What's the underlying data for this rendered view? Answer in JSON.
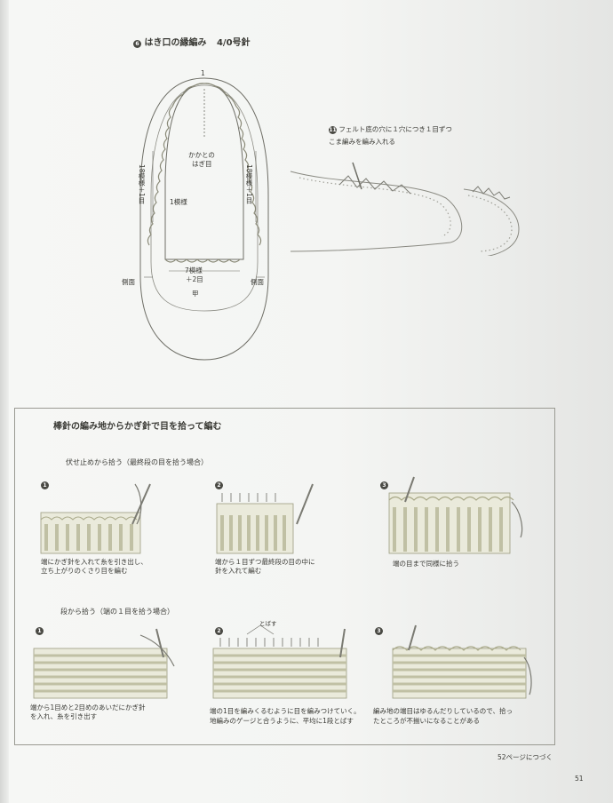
{
  "section6": {
    "num": "6",
    "title": "はき口の縁編み",
    "needle": "4/0号針",
    "labels": {
      "start": "1",
      "heel_line1": "かかとの",
      "heel_line2": "はぎ目",
      "left_count": "18模様＋1目",
      "right_count": "18模様＋1目",
      "one_pattern": "1模様",
      "front_count_line1": "7模様",
      "front_count_line2": "＋2目",
      "front": "甲",
      "side_left": "側面",
      "side_right": "側面"
    }
  },
  "section11": {
    "num": "11",
    "line1": "フェルト底の穴に１穴につき１目ずつ",
    "line2": "こま編みを編み入れる"
  },
  "technique": {
    "title": "棒針の編み地からかぎ針で目を拾って編む",
    "part1": {
      "title": "伏せ止めから拾う（最終段の目を拾う場合）",
      "steps": [
        {
          "num": "1",
          "caption_line1": "端にかぎ針を入れて糸を引き出し、",
          "caption_line2": "立ち上がりのくさり目を編む"
        },
        {
          "num": "2",
          "caption_line1": "端から１目ずつ最終段の目の中に",
          "caption_line2": "針を入れて編む"
        },
        {
          "num": "3",
          "caption_line1": "端の目まで同様に拾う",
          "caption_line2": ""
        }
      ]
    },
    "part2": {
      "title": "段から拾う（端の１目を拾う場合）",
      "steps": [
        {
          "num": "1",
          "caption_line1": "端から1目めと2目めのあいだにかぎ針",
          "caption_line2": "を入れ、糸を引き出す"
        },
        {
          "num": "2",
          "caption_line1": "端の1目を編みくるむように目を編みつけていく。",
          "caption_line2": "地編みのゲージと合うように、平均に1段とばす",
          "skip_label": "とばす"
        },
        {
          "num": "3",
          "caption_line1": "編み地の端目はゆるんだりしているので、拾っ",
          "caption_line2": "たところが不揃いになることがある"
        }
      ]
    }
  },
  "footer": {
    "continued": "52ページにつづく",
    "page_number": "51"
  }
}
